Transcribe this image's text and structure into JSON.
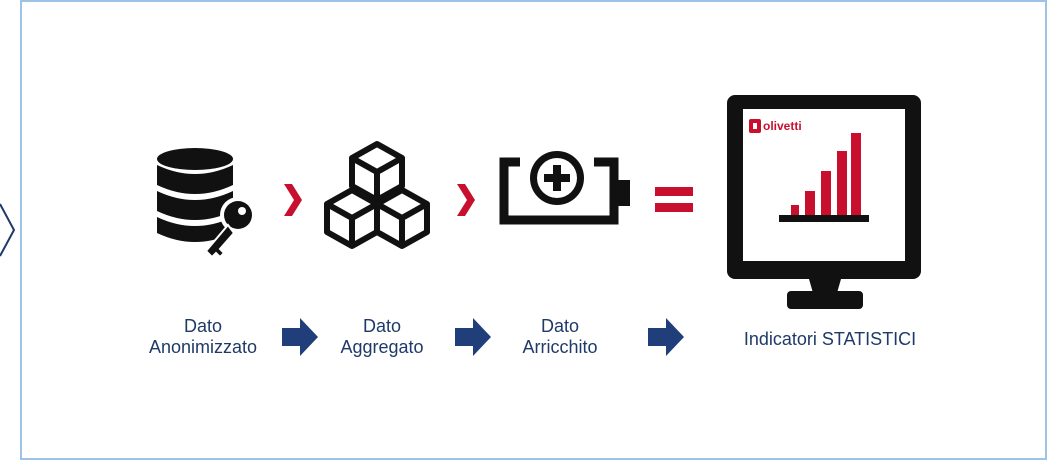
{
  "steps": [
    {
      "line1": "Dato",
      "line2": "Anonimizzato"
    },
    {
      "line1": "Dato",
      "line2": "Aggregato"
    },
    {
      "line1": "Dato",
      "line2": "Arricchito"
    }
  ],
  "result": {
    "label": "Indicatori STATISTICI"
  },
  "monitor": {
    "brand": "olivetti"
  },
  "icons": [
    "database-key-icon",
    "cubes-icon",
    "battery-plus-icon",
    "equals-icon",
    "monitor-chart-icon"
  ],
  "colors": {
    "accent_red": "#c8102e",
    "icon_dark": "#111111",
    "arrow_blue": "#1f3e7a",
    "label_text": "#1f3a68",
    "frame_border": "#9dc3e6"
  }
}
